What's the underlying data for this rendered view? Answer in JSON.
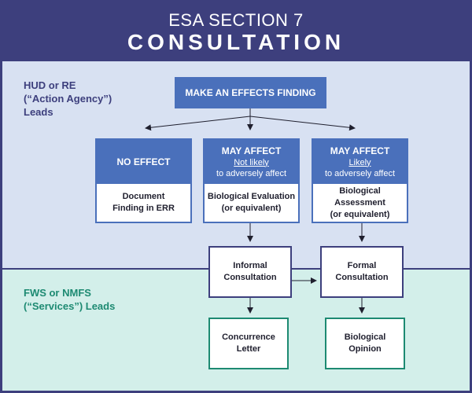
{
  "header": {
    "subtitle": "ESA SECTION 7",
    "title": "CONSULTATION"
  },
  "zones": {
    "top_label": [
      "HUD or RE",
      "(“Action Agency”)",
      "Leads"
    ],
    "bottom_label": [
      "FWS or NMFS",
      "(“Services”) Leads"
    ]
  },
  "effects_finding": "MAKE AN EFFECTS FINDING",
  "categories": [
    {
      "title": "NO EFFECT",
      "qualifier": "",
      "detail": "",
      "body": [
        "Document",
        "Finding in ERR"
      ]
    },
    {
      "title": "MAY AFFECT",
      "qualifier": "Not likely",
      "detail": "to adversely affect",
      "body": [
        "Biological Evaluation",
        "(or equivalent)"
      ]
    },
    {
      "title": "MAY AFFECT",
      "qualifier": "Likely",
      "detail": "to adversely affect",
      "body": [
        "Biological Assessment",
        "(or equivalent)"
      ]
    }
  ],
  "consultations": [
    {
      "label": [
        "Informal",
        "Consultation"
      ]
    },
    {
      "label": [
        "Formal",
        "Consultation"
      ]
    }
  ],
  "outcomes": [
    {
      "label": [
        "Concurrence",
        "Letter"
      ]
    },
    {
      "label": [
        "Biological",
        "Opinion"
      ]
    }
  ],
  "colors": {
    "navy": "#3d3f7d",
    "blue": "#4a70bb",
    "teal": "#1d8a72",
    "top_bg": "#d8e1f2",
    "bottom_bg": "#d3efea"
  }
}
